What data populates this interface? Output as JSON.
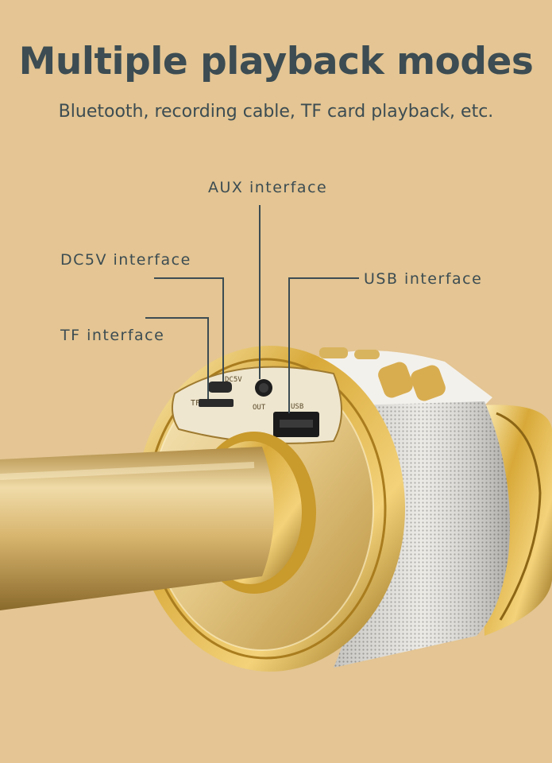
{
  "header": {
    "title": "Multiple playback modes",
    "subtitle": "Bluetooth, recording cable, TF card playback, etc."
  },
  "callouts": {
    "aux": "AUX interface",
    "dc5v": "DC5V interface",
    "usb": "USB interface",
    "tf": "TF interface"
  },
  "colors": {
    "background": "#e4c593",
    "text": "#3c4c52",
    "gold": "#c9a13a",
    "speaker_grille": "#e9e7e2"
  }
}
